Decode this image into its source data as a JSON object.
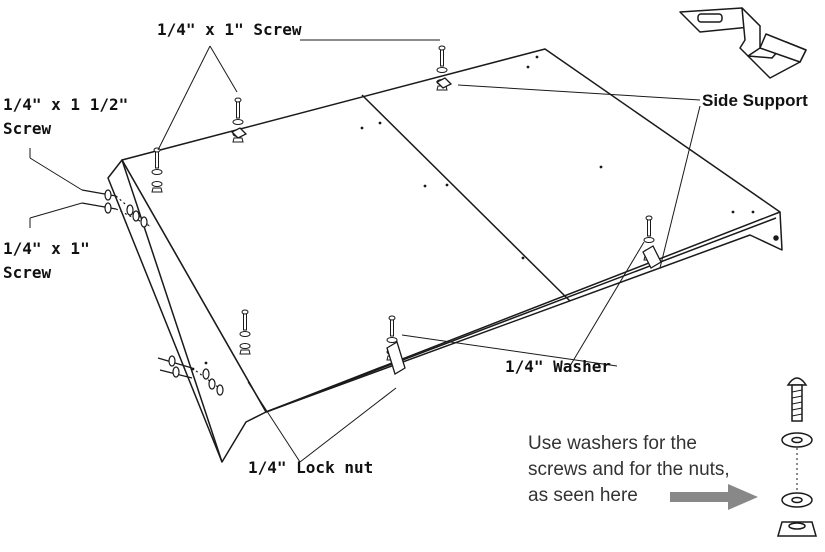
{
  "labels": {
    "screw_1x1_top": "1/4\" x 1\" Screw",
    "screw_1_5_line1": "1/4\" x 1 1/2\"",
    "screw_1_5_line2": "Screw",
    "screw_1x1_left_line1": "1/4\" x 1\"",
    "screw_1x1_left_line2": "Screw",
    "side_support": "Side Support",
    "washer": "1/4\" Washer",
    "lock_nut": "1/4\" Lock nut"
  },
  "note": {
    "line1": "Use washers for the",
    "line2": "screws and for the nuts,",
    "line3": "as seen here"
  },
  "colors": {
    "line": "#1a1a1a",
    "arrow": "#888888",
    "text": "#111111"
  }
}
